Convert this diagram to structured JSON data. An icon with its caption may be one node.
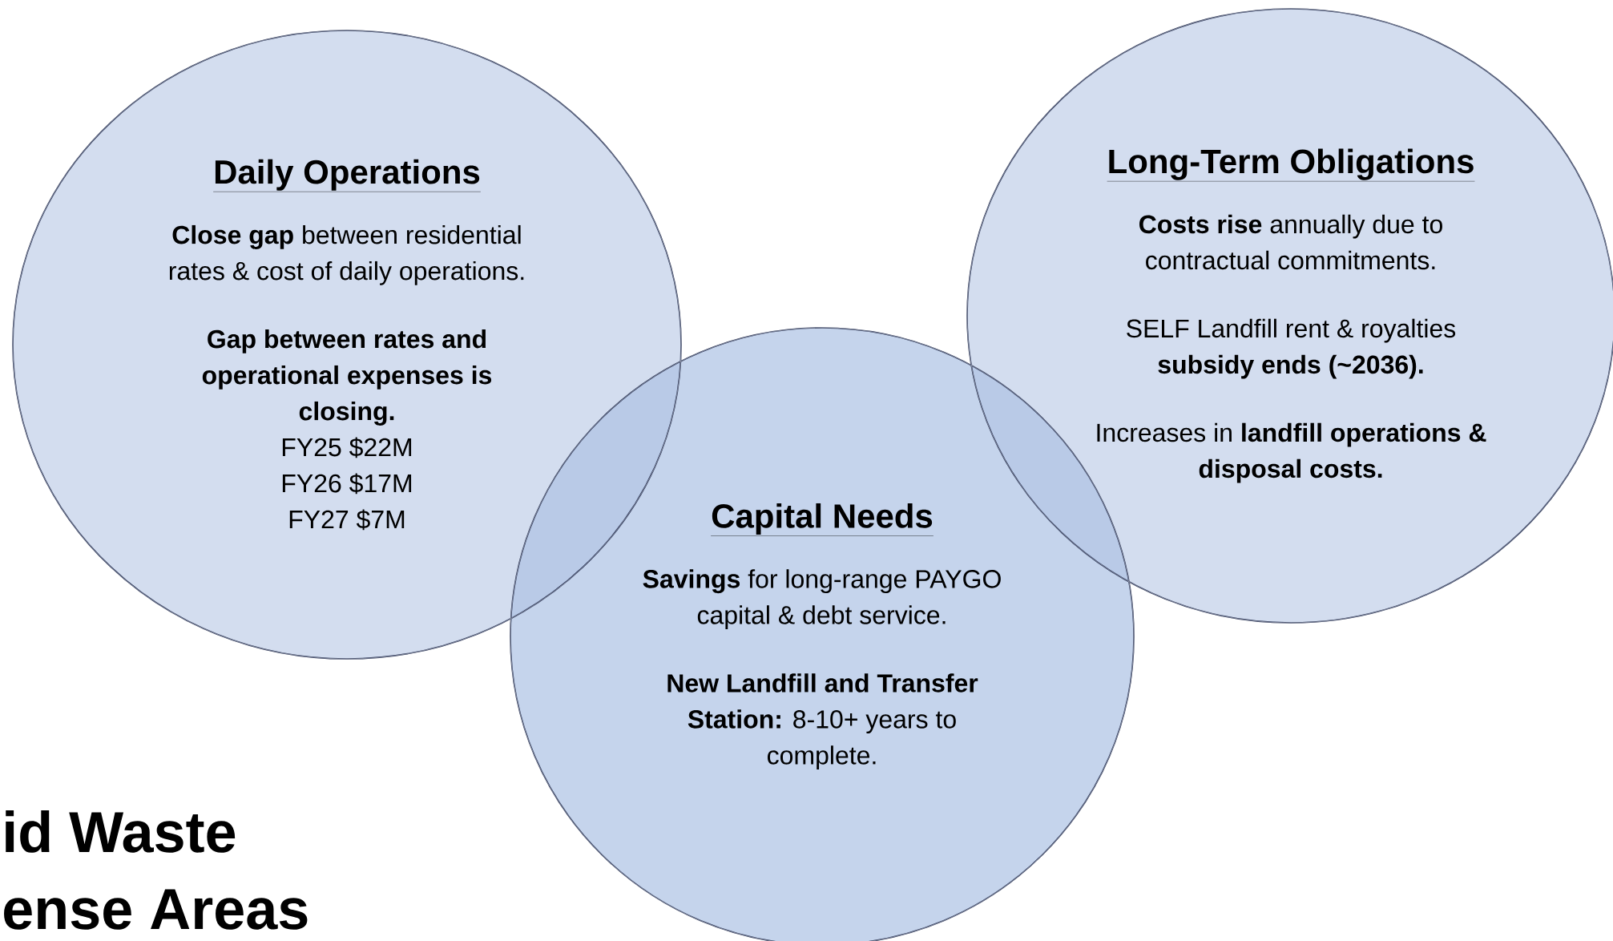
{
  "diagram": {
    "title": "id Waste ense Areas",
    "nodes": [
      {
        "text": [
          "Daily Operations",
          "**Close gap** between residential rates & cost of daily operations.",
          "**Gap between rates and operational expenses is closing.**",
          "FY25 $22M",
          "FY26 $17M",
          "FY27 $7M"
        ]
      },
      {
        "text": [
          "Capital Needs",
          "**Savings** for long-range PAYGO capital & debt service.",
          "**New Landfill and Transfer Station:** 8-10+ years to complete."
        ]
      },
      {
        "text": [
          "Long-Term Obligations",
          "**Costs rise** annually due to contractual commitments.",
          "SELF Landfill rent & royalties **subsidy ends (~2036).**",
          "Increases in **landfill operations & disposal costs.**"
        ]
      }
    ]
  }
}
